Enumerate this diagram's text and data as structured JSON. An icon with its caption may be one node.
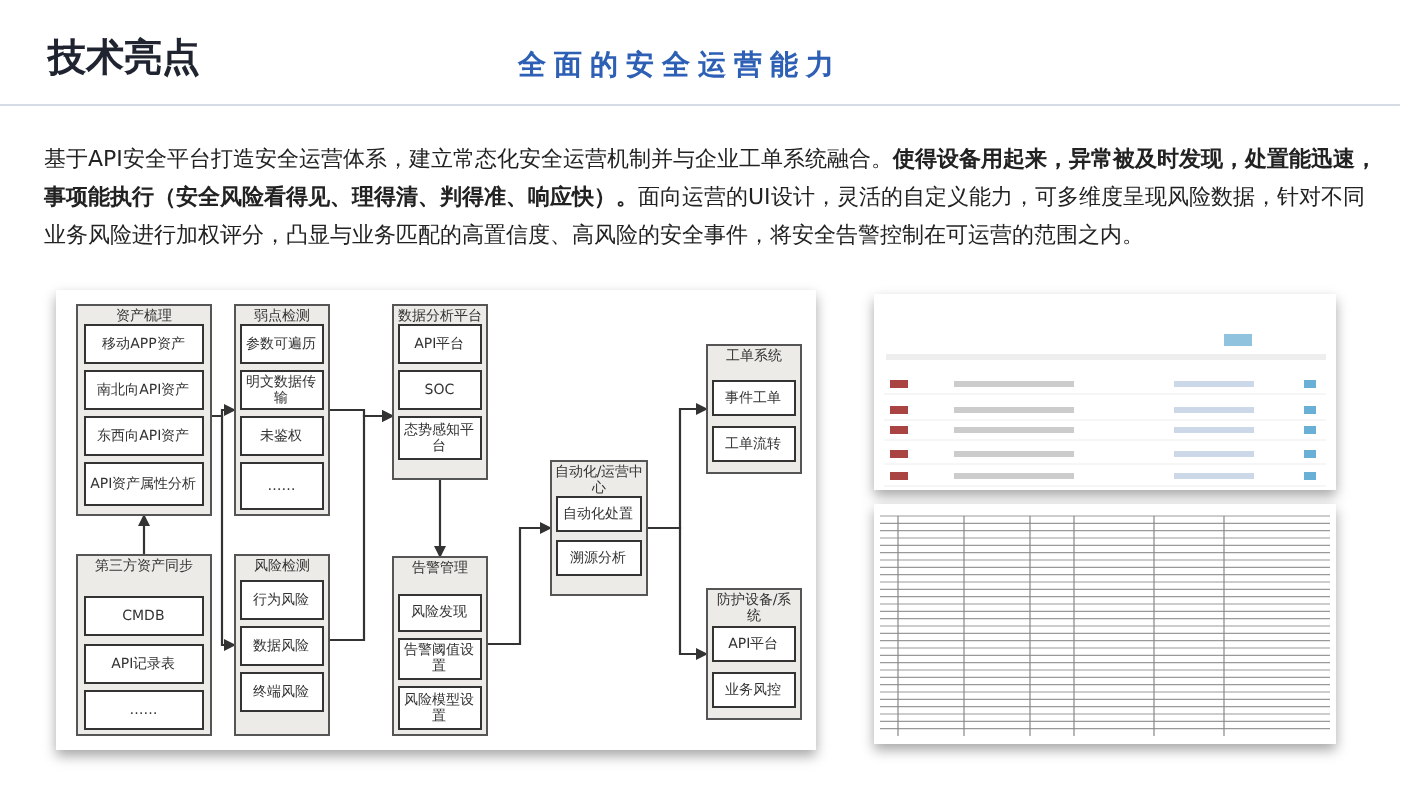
{
  "diagram": {
    "title": "技术亮点",
    "nodes": [
      {
        "text": [
          "资产梳理"
        ]
      },
      {
        "text": [
          "移动APP资产"
        ],
        "in": 0
      },
      {
        "text": [
          "南北向API资产"
        ],
        "in": 0
      },
      {
        "text": [
          "东西向API资产"
        ],
        "in": 0
      },
      {
        "text": [
          "API资产属性分析"
        ],
        "in": 0
      },
      {
        "text": [
          "第三方资产同步"
        ]
      },
      {
        "text": [
          "CMDB"
        ],
        "in": 5
      },
      {
        "text": [
          "API记录表"
        ],
        "in": 5
      },
      {
        "text": [
          "……"
        ],
        "in": 5
      },
      {
        "text": [
          "弱点检测"
        ]
      },
      {
        "text": [
          "参数可遍历"
        ],
        "in": 9
      },
      {
        "text": [
          "明文数据传输"
        ],
        "in": 9
      },
      {
        "text": [
          "未鉴权"
        ],
        "in": 9
      },
      {
        "text": [
          "……"
        ],
        "in": 9
      },
      {
        "text": [
          "风险检测"
        ]
      },
      {
        "text": [
          "行为风险"
        ],
        "in": 14
      },
      {
        "text": [
          "数据风险"
        ],
        "in": 14
      },
      {
        "text": [
          "终端风险"
        ],
        "in": 14
      },
      {
        "text": [
          "数据分析平台"
        ]
      },
      {
        "text": [
          "API平台"
        ],
        "in": 18
      },
      {
        "text": [
          "SOC"
        ],
        "in": 18
      },
      {
        "text": [
          "态势感知平台"
        ],
        "in": 18
      },
      {
        "text": [
          "告警管理"
        ]
      },
      {
        "text": [
          "风险发现"
        ],
        "in": 22
      },
      {
        "text": [
          "告警阈值设置"
        ],
        "in": 22
      },
      {
        "text": [
          "风险模型设置"
        ],
        "in": 22
      },
      {
        "text": [
          "自动化/运营中心"
        ]
      },
      {
        "text": [
          "自动化处置"
        ],
        "in": 26
      },
      {
        "text": [
          "溯源分析"
        ],
        "in": 26
      },
      {
        "text": [
          "工单系统"
        ]
      },
      {
        "text": [
          "事件工单"
        ],
        "in": 29
      },
      {
        "text": [
          "工单流转"
        ],
        "in": 29
      },
      {
        "text": [
          "防护设备/系统"
        ]
      },
      {
        "text": [
          "API平台"
        ],
        "in": 32
      },
      {
        "text": [
          "业务风控"
        ],
        "in": 32
      }
    ],
    "edges": [
      {
        "from": 5,
        "to": 0,
        "arrow": "to"
      },
      {
        "from": 0,
        "to": 9,
        "arrow": "to"
      },
      {
        "from": 0,
        "to": 14,
        "arrow": "to"
      },
      {
        "from": 9,
        "to": 18,
        "arrow": "to"
      },
      {
        "from": 14,
        "to": 18,
        "arrow": "to"
      },
      {
        "from": 18,
        "to": 22,
        "arrow": "to"
      },
      {
        "from": 22,
        "to": 26,
        "arrow": "to"
      },
      {
        "from": 26,
        "to": 29,
        "arrow": "to"
      },
      {
        "from": 26,
        "to": 32,
        "arrow": "to"
      }
    ],
    "labels": [
      "全面的安全运营能力",
      "基于API安全平台打造安全运营体系，建立常态化安全运营机制并与企业工单系统融合。**使得设备用起来，异常被及时发现，处置能迅速，事项能执行（安全风险看得见、理得清、判得准、响应快）。**面向运营的UI设计，灵活的自定义能力，可多维度呈现风险数据，针对不同业务风险进行加权评分，凸显与业务匹配的高置信度、高风险的安全事件，将安全告警控制在可运营的范围之内。"
    ]
  }
}
